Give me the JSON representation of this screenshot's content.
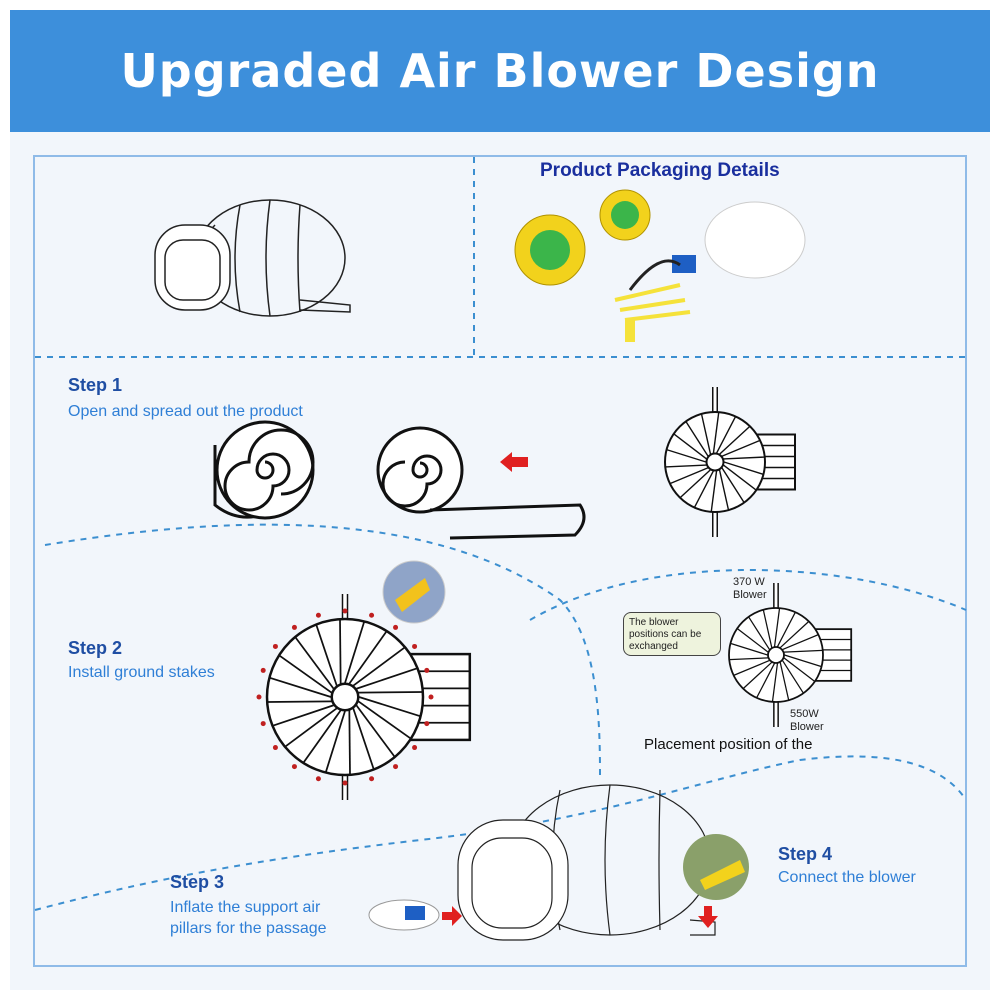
{
  "header": {
    "title": "Upgraded Air Blower Design"
  },
  "packaging": {
    "title": "Product Packaging Details"
  },
  "steps": [
    {
      "label": "Step 1",
      "description": "Open and spread out the product"
    },
    {
      "label": "Step 2",
      "description": "Install ground stakes"
    },
    {
      "label": "Step 3",
      "description": "Inflate the support air pillars for the passage"
    },
    {
      "label": "Step 4",
      "description": "Connect the blower"
    }
  ],
  "placement": {
    "top_blower": "370 W Blower",
    "bottom_blower": "550W Blower",
    "note": "The blower positions can be exchanged",
    "caption": "Placement position of the"
  },
  "colors": {
    "banner": "#3d8fdb",
    "step_label": "#1f4ea3",
    "step_text": "#2f7fd6",
    "arrow": "#e02020",
    "dash": "#3c8fd0"
  }
}
